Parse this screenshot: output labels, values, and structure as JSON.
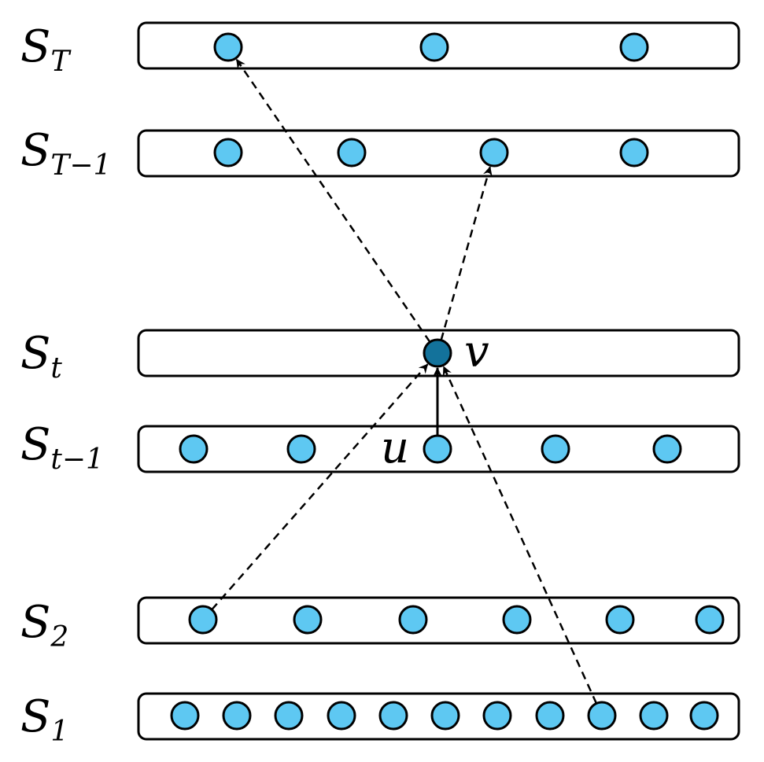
{
  "colors": {
    "node_fill": "#5ec8f2",
    "highlight_fill": "#13729b",
    "stroke": "#000000",
    "box_fill": "#ffffff"
  },
  "layers": [
    {
      "id": "S_T",
      "label_main": "S",
      "label_sub": "T",
      "node_count": 3
    },
    {
      "id": "S_T-1",
      "label_main": "S",
      "label_sub": "T−1",
      "node_count": 4
    },
    {
      "id": "S_t",
      "label_main": "S",
      "label_sub": "t",
      "node_count": 1
    },
    {
      "id": "S_t-1",
      "label_main": "S",
      "label_sub": "t−1",
      "node_count": 5
    },
    {
      "id": "S_2",
      "label_main": "S",
      "label_sub": "2",
      "node_count": 6
    },
    {
      "id": "S_1",
      "label_main": "S",
      "label_sub": "1",
      "node_count": 11
    }
  ],
  "node_labels": {
    "v": "v",
    "u": "u"
  },
  "edges": [
    {
      "from": "S_t-1.2",
      "to": "S_t.0",
      "style": "solid"
    },
    {
      "from": "S_2.0",
      "to": "S_t.0",
      "style": "dashed"
    },
    {
      "from": "S_1.8",
      "to": "S_t.0",
      "style": "dashed"
    },
    {
      "from": "S_t.0",
      "to": "S_T.0",
      "style": "dashed"
    },
    {
      "from": "S_t.0",
      "to": "S_T-1.2",
      "style": "dashed"
    }
  ]
}
